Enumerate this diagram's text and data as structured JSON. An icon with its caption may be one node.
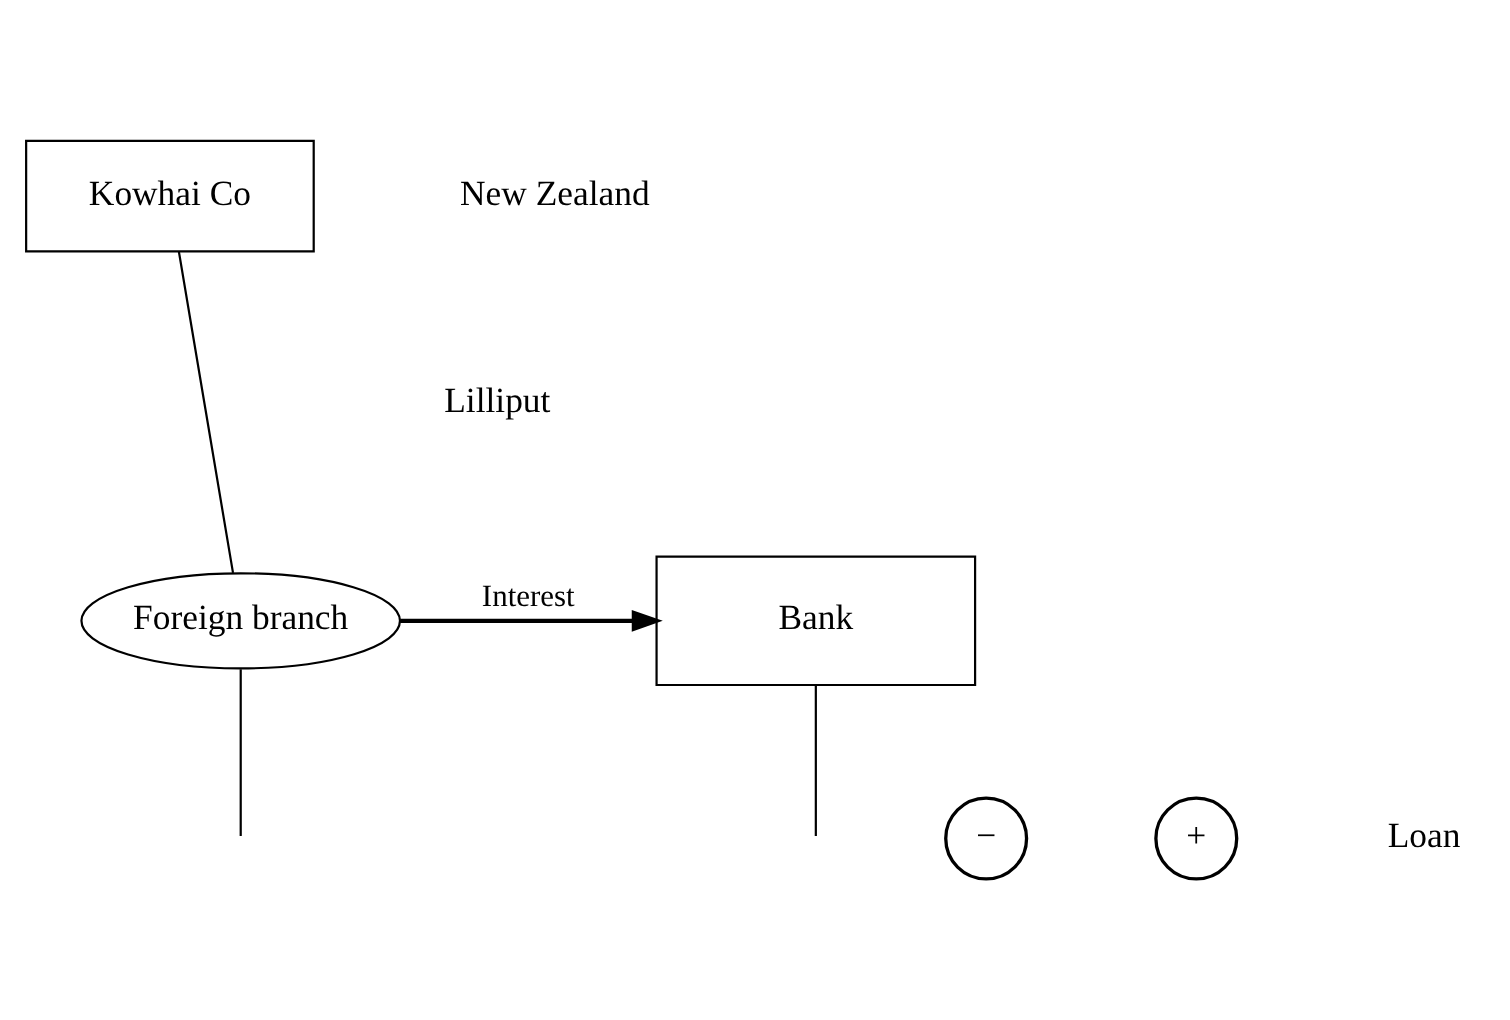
{
  "diagram": {
    "nodes": [
      {
        "text": [
          "Kowhai Co"
        ]
      },
      {
        "text": [
          "Foreign branch"
        ]
      },
      {
        "text": [
          "Bank"
        ]
      },
      {
        "text": [
          "−"
        ]
      },
      {
        "text": [
          "+"
        ]
      }
    ],
    "edges": [
      {
        "from": 0,
        "to": 1,
        "arrow": "none"
      },
      {
        "from": 1,
        "to": 2,
        "label": "Interest",
        "arrow": "to"
      },
      {
        "from": 1,
        "to": null,
        "arrow": "none"
      },
      {
        "from": 2,
        "to": null,
        "arrow": "none"
      }
    ],
    "labels": [
      "New Zealand",
      "Lilliput",
      "Loan"
    ]
  }
}
